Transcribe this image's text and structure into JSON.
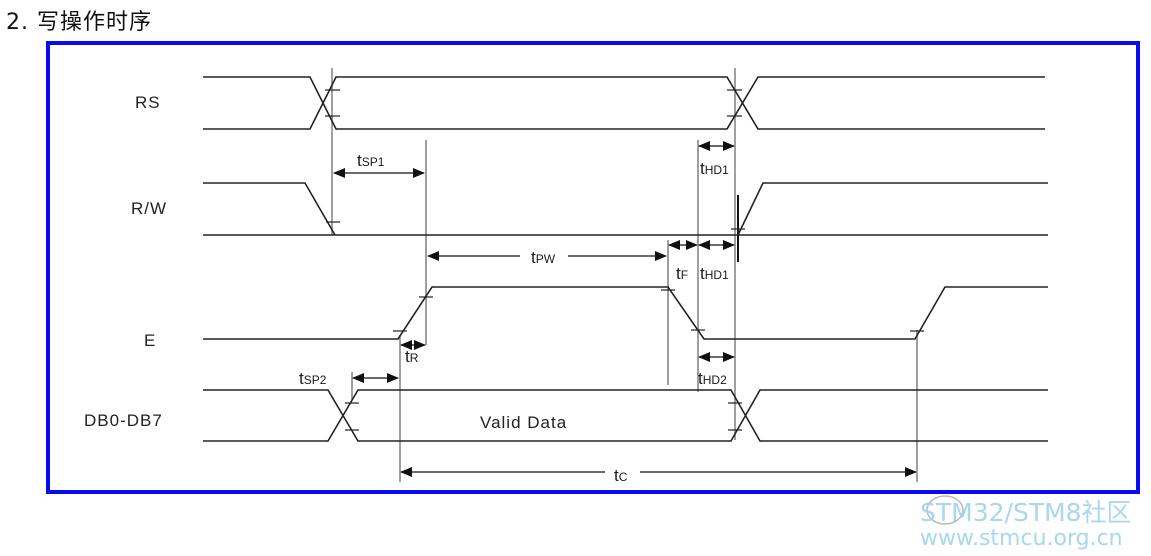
{
  "title": "2. 写操作时序",
  "signals": {
    "rs": "RS",
    "rw": "R/W",
    "e": "E",
    "db": "DB0-DB7"
  },
  "data_label": "Valid Data",
  "timings": {
    "tsp1": {
      "main": "t",
      "sub": "SP1"
    },
    "thd1_top": {
      "main": "t",
      "sub": "HD1"
    },
    "tpw": {
      "main": "t",
      "sub": "PW"
    },
    "tf": {
      "main": "t",
      "sub": "F"
    },
    "thd1": {
      "main": "t",
      "sub": "HD1"
    },
    "tr": {
      "main": "t",
      "sub": "R"
    },
    "tsp2": {
      "main": "t",
      "sub": "SP2"
    },
    "thd2": {
      "main": "t",
      "sub": "HD2"
    },
    "tc": {
      "main": "t",
      "sub": "C"
    }
  },
  "colors": {
    "frame": "#0a0af0",
    "watermark": "#9fd3ee"
  },
  "watermark": {
    "line1": "STM32/STM8社区",
    "line2": "www.stmcu.org.cn"
  }
}
